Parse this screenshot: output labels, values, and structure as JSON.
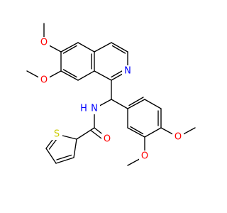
{
  "atoms": [
    {
      "id": "o_methoxy_6",
      "label": "O",
      "color": "#ff0000"
    },
    {
      "id": "o_methoxy_7",
      "label": "O",
      "color": "#ff0000"
    },
    {
      "id": "n_isoquinoline",
      "label": "N",
      "color": "#0000ff"
    },
    {
      "id": "n_amide",
      "label": "N",
      "color": "#0000ff"
    },
    {
      "id": "h_amide",
      "label": "H",
      "color": "#0000ff"
    },
    {
      "id": "o_carbonyl",
      "label": "O",
      "color": "#ff0000"
    },
    {
      "id": "s_thiophene",
      "label": "S",
      "color": "#cccc00"
    },
    {
      "id": "o_methoxy_4",
      "label": "O",
      "color": "#ff0000"
    },
    {
      "id": "o_methoxy_3",
      "label": "O",
      "color": "#ff0000"
    }
  ]
}
